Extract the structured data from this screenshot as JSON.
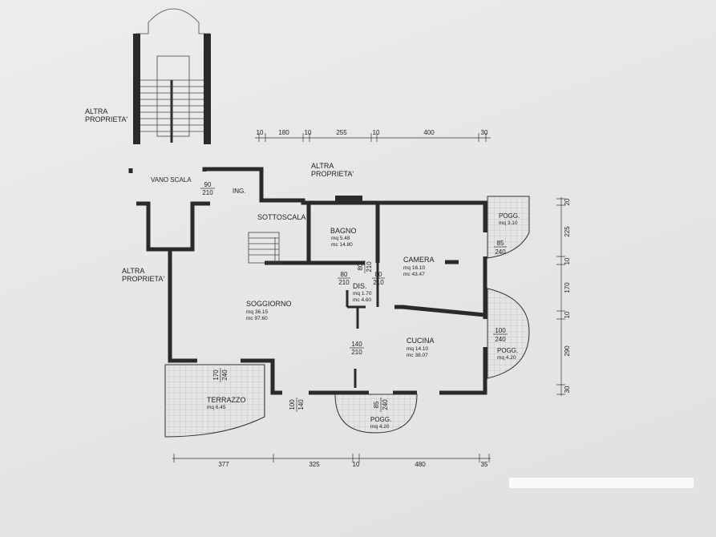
{
  "labels": {
    "altra_proprieta_top_left": "ALTRA\nPROPRIETA'",
    "altra_proprieta_top_center": "ALTRA\nPROPRIETA'",
    "altra_proprieta_left": "ALTRA\nPROPRIETA'",
    "vano_scala": "VANO SCALA",
    "ing": "ING.",
    "sottoscala": "SOTTOSCALA"
  },
  "rooms": {
    "bagno": {
      "name": "BAGNO",
      "mq": "mq 5.48",
      "mc": "mc 14.80"
    },
    "camera": {
      "name": "CAMERA",
      "mq": "mq 16.10",
      "mc": "mc 43.47"
    },
    "dis": {
      "name": "DIS.",
      "mq": "mq 1.70",
      "mc": "mc 4.60"
    },
    "soggiorno": {
      "name": "SOGGIORNO",
      "mq": "mq 36.15",
      "mc": "mc 97.60"
    },
    "cucina": {
      "name": "CUCINA",
      "mq": "mq 14.10",
      "mc": "mc 38.07"
    },
    "terrazzo": {
      "name": "TERRAZZO",
      "mq": "mq 6.45"
    },
    "pogg_top": {
      "name": "POGG.",
      "mq": "mq 3.10"
    },
    "pogg_right": {
      "name": "POGG.",
      "mq": "mq 4.20"
    },
    "pogg_bottom": {
      "name": "POGG.",
      "mq": "mq 4.20"
    }
  },
  "openings": {
    "ing": {
      "w": "90",
      "h": "210"
    },
    "bagno": {
      "w": "80",
      "h": "210"
    },
    "dis_left": {
      "w": "80",
      "h": "210"
    },
    "dis_right": {
      "w": "80",
      "h": "210"
    },
    "soggiorno_cucina": {
      "w": "140",
      "h": "210"
    },
    "pogg_top": {
      "w": "85",
      "h": "240"
    },
    "pogg_right": {
      "w": "100",
      "h": "240"
    },
    "terrazzo": {
      "w": "170",
      "h": "240"
    },
    "terrazzo_door": {
      "w": "100",
      "h": "140"
    },
    "pogg_bottom": {
      "w": "85",
      "h": "240"
    }
  },
  "dimensions": {
    "top": [
      "10",
      "180",
      "10",
      "255",
      "10",
      "400",
      "30"
    ],
    "bottom": [
      "377",
      "325",
      "10",
      "480",
      "35"
    ],
    "right": [
      "20",
      "225",
      "10",
      "170",
      "10",
      "290",
      "30"
    ]
  }
}
